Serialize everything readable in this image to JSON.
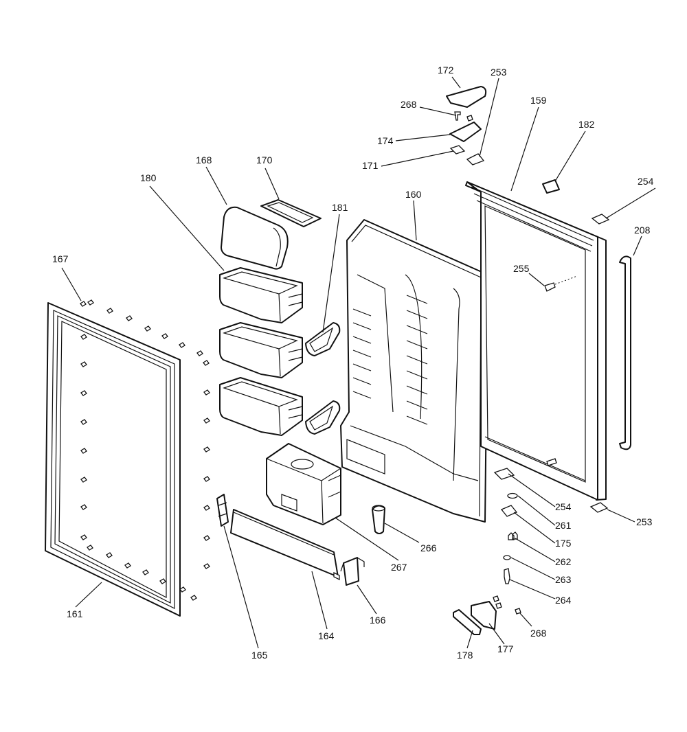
{
  "diagram": {
    "labels": {
      "p159": "159",
      "p160": "160",
      "p161": "161",
      "p164": "164",
      "p165": "165",
      "p166": "166",
      "p167": "167",
      "p168": "168",
      "p170": "170",
      "p171": "171",
      "p172": "172",
      "p174": "174",
      "p175": "175",
      "p177": "177",
      "p178": "178",
      "p180": "180",
      "p181": "181",
      "p182": "182",
      "p208": "208",
      "p253a": "253",
      "p253b": "253",
      "p254a": "254",
      "p254b": "254",
      "p255": "255",
      "p261": "261",
      "p262": "262",
      "p263": "263",
      "p264": "264",
      "p266": "266",
      "p267": "267",
      "p268a": "268",
      "p268b": "268"
    }
  }
}
